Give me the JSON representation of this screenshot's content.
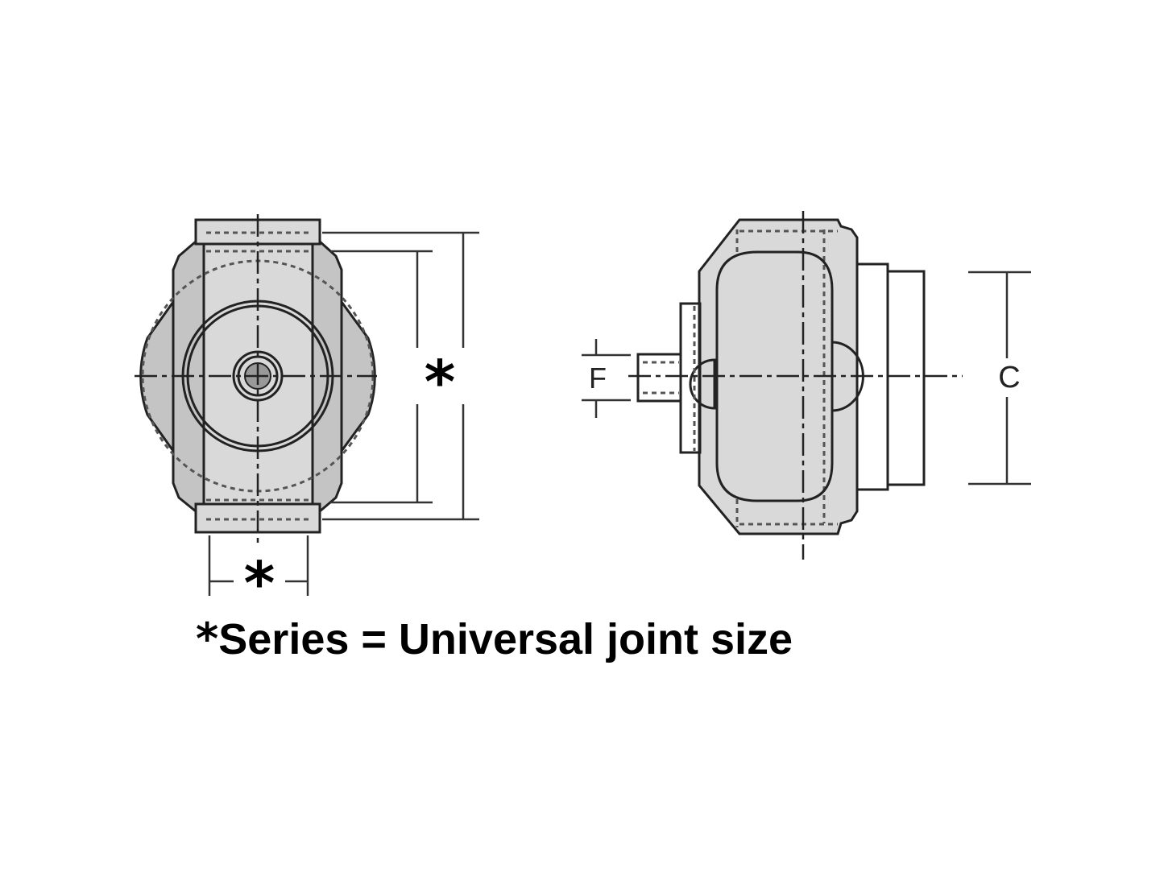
{
  "left_view": {
    "diameter_label": "*",
    "width_label": "*"
  },
  "right_view": {
    "f_label": "F",
    "c_label": "C"
  },
  "caption": {
    "star": "*",
    "text": "Series = Universal joint size"
  }
}
